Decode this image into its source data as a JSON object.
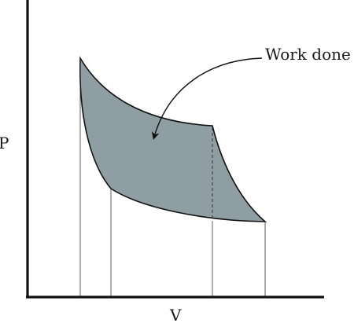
{
  "diagram": {
    "y_axis_label": "P",
    "x_axis_label": "V",
    "annotation": "Work done",
    "colors": {
      "region_fill": "#8e9ea2",
      "axis": "#111111",
      "curve": "#111111",
      "guide": "#333333"
    }
  }
}
